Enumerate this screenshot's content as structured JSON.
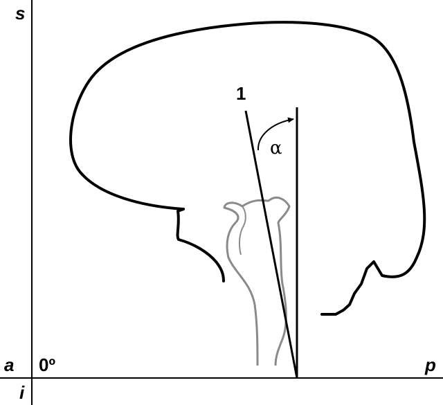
{
  "labels": {
    "superior": "s",
    "anterior": "a",
    "posterior": "p",
    "inferior": "i",
    "zero_angle": "0º",
    "axis_one": "1",
    "angle_symbol": "α"
  },
  "colors": {
    "stroke": "#000000",
    "brainstem_stroke": "#8a8a8a",
    "background": "#ffffff"
  }
}
